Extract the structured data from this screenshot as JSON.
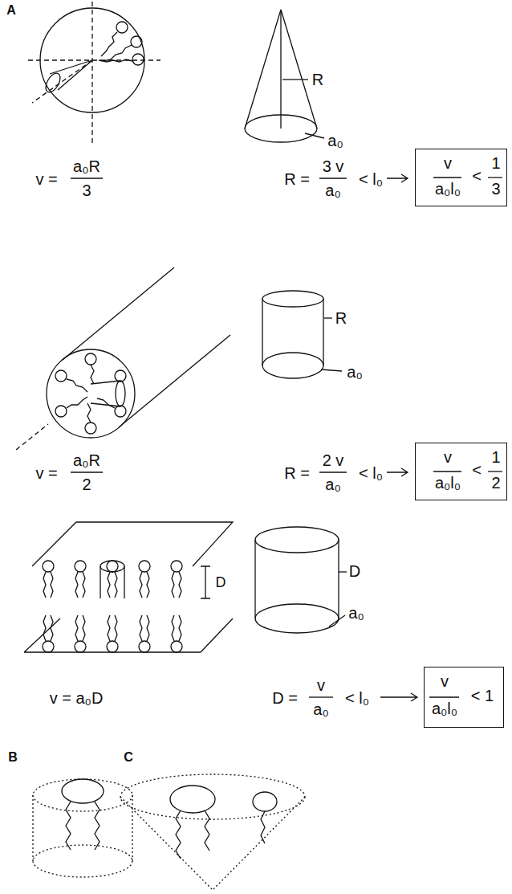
{
  "diagram": {
    "nodes": [
      {
        "text": [
          "v",
          "a₀l₀",
          "<",
          "1",
          "3"
        ]
      },
      {
        "text": [
          "v",
          "a₀l₀",
          "<",
          "1",
          "2"
        ]
      },
      {
        "text": [
          "v",
          "a₀l₀",
          "< 1"
        ]
      }
    ],
    "labels": [
      "A",
      "v =",
      "a₀R",
      "3",
      "R",
      "a₀",
      "R =",
      "3 v",
      "a₀",
      "< l₀",
      "v =",
      "a₀R",
      "2",
      "R",
      "a₀",
      "R =",
      "2 v",
      "a₀",
      "< l₀",
      "D",
      "v = a₀D",
      "D",
      "a₀",
      "D =",
      "v",
      "a₀",
      "< l₀",
      "B",
      "C"
    ]
  }
}
